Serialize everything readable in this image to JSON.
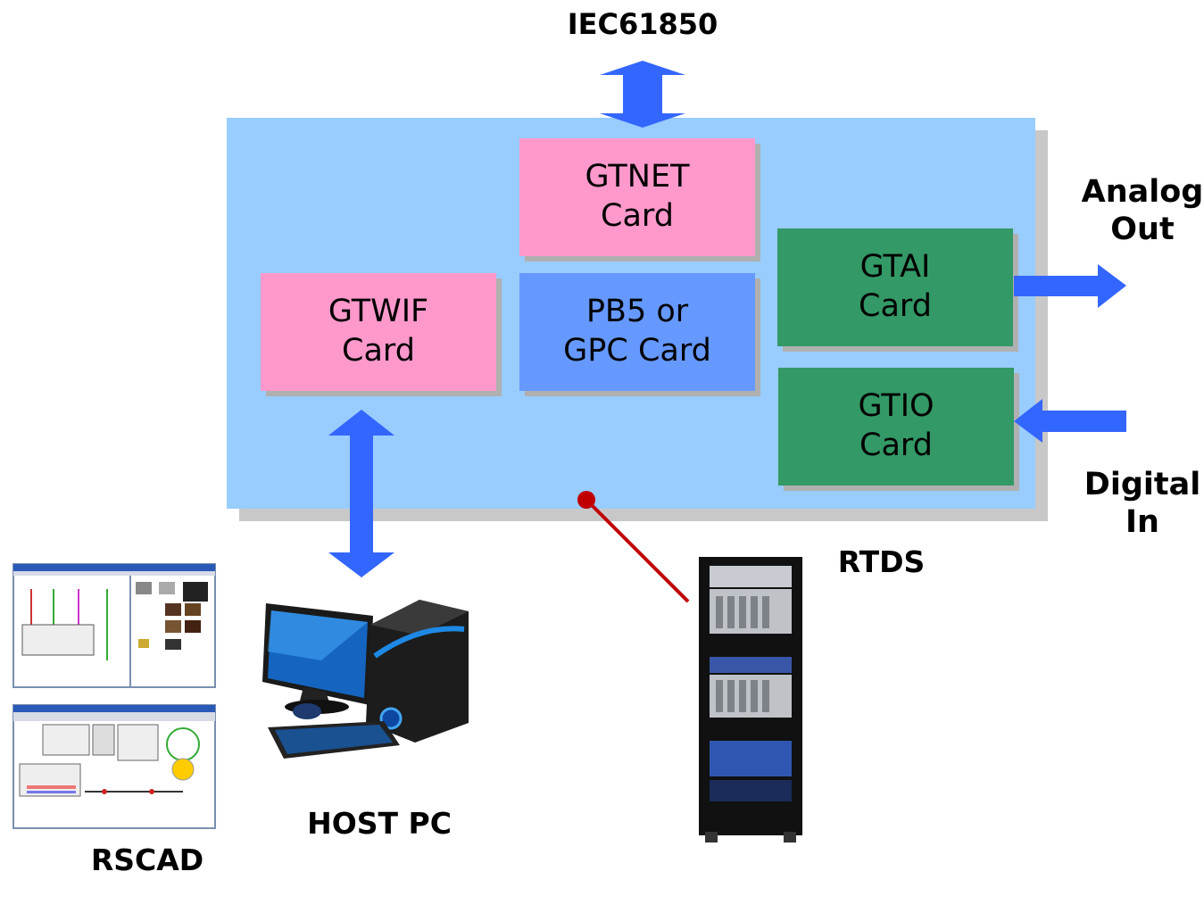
{
  "top_label": "IEC61850",
  "cards": {
    "gtnet": "GTNET\nCard",
    "gtwif": "GTWIF\nCard",
    "pb5": "PB5  or\nGPC Card",
    "gtai": "GTAI\nCard",
    "gtio": "GTIO\nCard"
  },
  "labels": {
    "analog_out": "Analog\nOut",
    "digital_in": "Digital\nIn",
    "rtds": "RTDS",
    "host_pc": "HOST PC",
    "rscad": "RSCAD"
  },
  "colors": {
    "board": "#99ccff",
    "card_pink": "#ff99cc",
    "card_blue": "#6699ff",
    "card_green": "#339966",
    "arrow": "#3366ff",
    "connector": "#c00000"
  }
}
